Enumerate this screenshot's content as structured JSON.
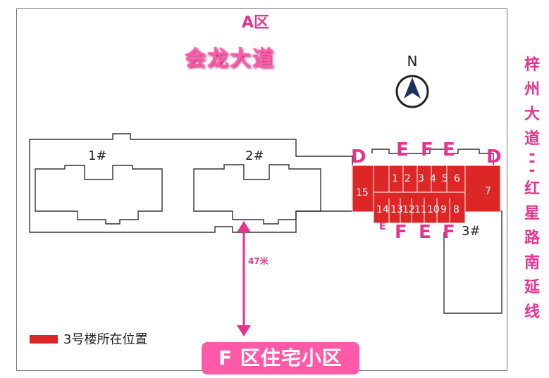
{
  "zone_top": "A区",
  "road_top": "会龙大道",
  "road_right": [
    "梓",
    "州",
    "大",
    "道",
    "-",
    "-",
    "-",
    "红",
    "星",
    "路",
    "南",
    "延",
    "线"
  ],
  "north_label": "N",
  "buildings": {
    "b1": "1#",
    "b2": "2#",
    "b3": "3#"
  },
  "distance_label": "47米",
  "legend_label": "3号楼所在位置",
  "zone_bottom": "F 区住宅小区",
  "highlight_color": "#dd2626",
  "accent_color": "#e8338e",
  "unit_letters": {
    "top": [
      "D",
      "E",
      "F",
      "E",
      "D"
    ],
    "bottom": [
      "E",
      "F",
      "E",
      "F"
    ]
  },
  "unit_numbers": {
    "top_row": [
      "1",
      "2",
      "3",
      "4",
      "5",
      "6"
    ],
    "bottom_row": [
      "14",
      "13",
      "12",
      "11",
      "10",
      "9",
      "8"
    ],
    "left": "15",
    "right": "7"
  }
}
